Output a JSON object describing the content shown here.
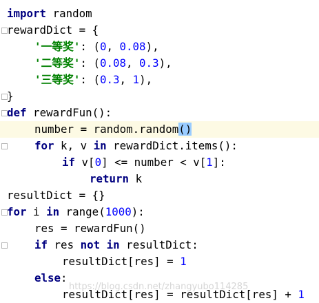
{
  "code": {
    "l1": {
      "k1": "import",
      "t1": " random"
    },
    "l2": {
      "t1": "rewardDict = {"
    },
    "l3": {
      "s1": "'一等奖'",
      "t1": ": (",
      "n1": "0",
      "t2": ", ",
      "n2": "0.08",
      "t3": "),"
    },
    "l4": {
      "s1": "'二等奖'",
      "t1": ": (",
      "n1": "0.08",
      "t2": ", ",
      "n2": "0.3",
      "t3": "),"
    },
    "l5": {
      "s1": "'三等奖'",
      "t1": ": (",
      "n1": "0.3",
      "t2": ", ",
      "n2": "1",
      "t3": "),"
    },
    "l6": {
      "t1": "}"
    },
    "l7": {
      "k1": "def",
      "t1": " rewardFun():"
    },
    "l8": {
      "t1": "number = random.random",
      "p1": "(",
      "p2": ")"
    },
    "l9": {
      "k1": "for",
      "t1": " k, v ",
      "k2": "in",
      "t2": " rewardDict.items():"
    },
    "l10": {
      "k1": "if",
      "t1": " v[",
      "n1": "0",
      "t2": "] <= number < v[",
      "n2": "1",
      "t3": "]:"
    },
    "l11": {
      "k1": "return",
      "t1": " k"
    },
    "l12": {
      "t1": "resultDict = {}"
    },
    "l13": {
      "k1": "for",
      "t1": " i ",
      "k2": "in",
      "t2": " range(",
      "n1": "1000",
      "t3": "):"
    },
    "l14": {
      "t1": "res = rewardFun()"
    },
    "l15": {
      "k1": "if",
      "t1": " res ",
      "k2": "not in",
      "t2": " resultDict:"
    },
    "l16": {
      "t1": "resultDict[res] = ",
      "n1": "1"
    },
    "l17": {
      "k1": "else",
      "t1": ":"
    },
    "l18": {
      "t1": "resultDict[res] = resultDict[res] + ",
      "n1": "1"
    }
  },
  "watermark": "https://blog.csdn.net/zhangyubo114285",
  "colors": {
    "keyword": "#000080",
    "number": "#0000ff",
    "string": "#008000",
    "current_line": "#fdfae4",
    "brace_highlight": "#99ccff"
  }
}
